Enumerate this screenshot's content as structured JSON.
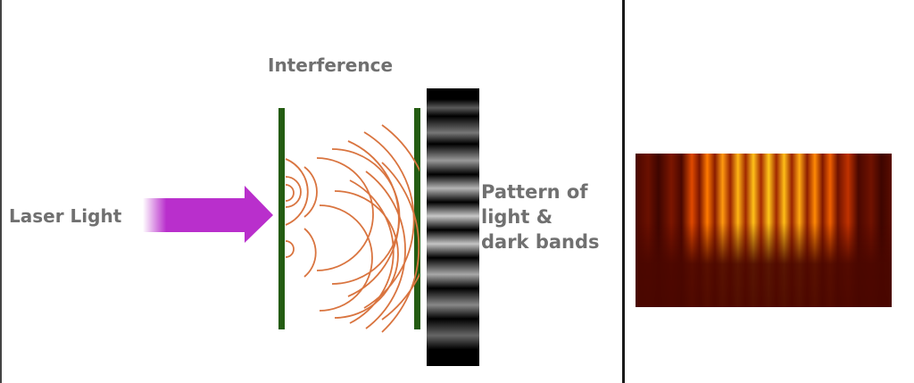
{
  "diagram": {
    "title": "Interference",
    "source_label": "Laser Light",
    "result_label_lines": [
      "Pattern of",
      "light &",
      "dark bands"
    ],
    "components": [
      "laser-arrow",
      "double-slit-barrier",
      "circular-wavefronts",
      "detection-screen",
      "fringe-strip"
    ],
    "colors": {
      "label_text": "#707070",
      "laser_arrow": "#b92fcc",
      "slit_barrier": "#245c12",
      "wavefronts": "#d9743f",
      "divider": "#1a1a1a",
      "photo_background": "#4a0700",
      "photo_fringe_bright": "#ffc21a"
    },
    "fringe_strip": {
      "bright_bands": 10
    },
    "photo": {
      "description": "Photograph of real interference fringes",
      "bright_fringes": 17
    }
  }
}
